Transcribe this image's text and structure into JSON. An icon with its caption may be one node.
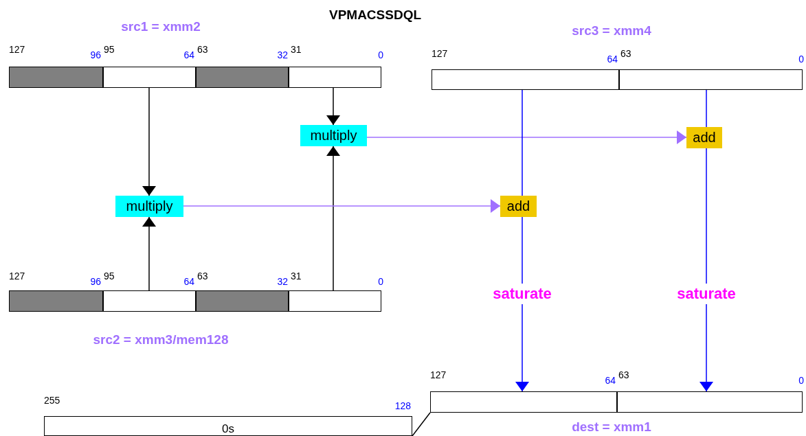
{
  "diagram": {
    "title": "VPMACSSDQL",
    "nodes": [
      {
        "text": [
          "src1 = xmm2"
        ]
      },
      {
        "text": [],
        "shape": "box",
        "in": 0
      },
      {
        "text": [],
        "shape": "box",
        "in": 0
      },
      {
        "text": [],
        "shape": "box",
        "in": 0
      },
      {
        "text": [],
        "shape": "box",
        "in": 0
      },
      {
        "text": [
          "multiply"
        ]
      },
      {
        "text": [
          "multiply"
        ]
      },
      {
        "text": [
          "src2 = xmm3/mem128"
        ]
      },
      {
        "text": [],
        "shape": "box",
        "in": 7
      },
      {
        "text": [],
        "shape": "box",
        "in": 7
      },
      {
        "text": [],
        "shape": "box",
        "in": 7
      },
      {
        "text": [],
        "shape": "box",
        "in": 7
      },
      {
        "text": [
          "src3 = xmm4"
        ]
      },
      {
        "text": [],
        "shape": "box",
        "in": 12
      },
      {
        "text": [],
        "shape": "box",
        "in": 12
      },
      {
        "text": [
          "add"
        ]
      },
      {
        "text": [
          "add"
        ]
      },
      {
        "text": [
          "dest = xmm1"
        ]
      },
      {
        "text": [],
        "shape": "box",
        "in": 17
      },
      {
        "text": [],
        "shape": "box",
        "in": 17
      },
      {
        "text": [
          "0s"
        ]
      }
    ],
    "edges": [
      {
        "from": 2,
        "to": 6,
        "arrow": "to"
      },
      {
        "from": 4,
        "to": 5,
        "arrow": "to"
      },
      {
        "from": 9,
        "to": 6,
        "arrow": "to"
      },
      {
        "from": 11,
        "to": 5,
        "arrow": "to"
      },
      {
        "from": 6,
        "to": 16,
        "arrow": "to",
        "color": "#a070ff"
      },
      {
        "from": 5,
        "to": 15,
        "arrow": "to",
        "color": "#a070ff"
      },
      {
        "from": 13,
        "to": 16,
        "arrow": "none",
        "color": "#0000ff"
      },
      {
        "from": 14,
        "to": 15,
        "arrow": "none",
        "color": "#0000ff"
      },
      {
        "from": 16,
        "to": 18,
        "arrow": "to",
        "label": "saturate",
        "color": "#0000ff"
      },
      {
        "from": 15,
        "to": 19,
        "arrow": "to",
        "label": "saturate",
        "color": "#0000ff"
      },
      {
        "from": 17,
        "to": 20,
        "arrow": "none"
      }
    ],
    "labels": [
      "127",
      "96",
      "95",
      "64",
      "63",
      "32",
      "31",
      "0",
      "127",
      "96",
      "95",
      "64",
      "63",
      "32",
      "31",
      "0",
      "127",
      "64",
      "63",
      "0",
      "127",
      "64",
      "63",
      "0",
      "255",
      "128"
    ]
  }
}
